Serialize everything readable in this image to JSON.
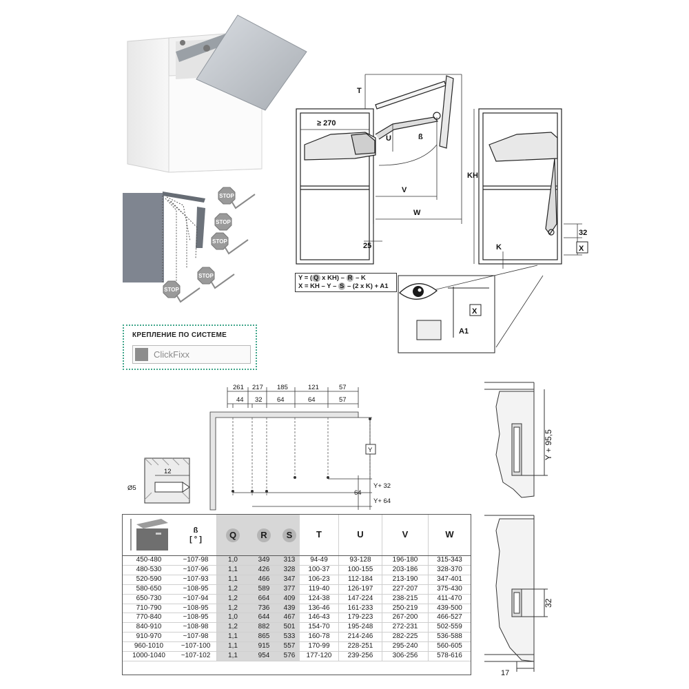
{
  "stop_signs": [
    "STOP",
    "STOP",
    "STOP",
    "STOP",
    "STOP"
  ],
  "system_box": {
    "title": "КРЕПЛЕНИЕ ПО СИСТЕМЕ",
    "name": "ClickFixx"
  },
  "diagram_labels": {
    "T": "T",
    "ge270": "≥ 270",
    "U": "U",
    "beta": "ß",
    "V": "V",
    "W": "W",
    "d25": "25",
    "KH": "KH",
    "K": "K",
    "d32": "32",
    "X": "X",
    "A1": "A1",
    "X2": "X"
  },
  "formula": {
    "line1": [
      "Y = (",
      "Q",
      " x KH) – ",
      "R",
      " – K"
    ],
    "line2": [
      "X = KH – Y – ",
      "S",
      " – (2 x K) + A1"
    ]
  },
  "drill_dims": {
    "top": [
      "261",
      "217",
      "185",
      "121",
      "57"
    ],
    "bottom": [
      "44",
      "32",
      "64",
      "64",
      "57"
    ],
    "Y": "Y",
    "Y32": "Y+ 32",
    "Y64": "Y+ 64",
    "d64": "64",
    "d12": "12",
    "d5": "Ø5"
  },
  "side_dims": {
    "y955": "Y + 95,5",
    "d32": "32",
    "d17": "17"
  },
  "table": {
    "headers": [
      "",
      "ß\n[ ° ]",
      "Q",
      "R",
      "S",
      "T",
      "U",
      "V",
      "W"
    ],
    "rows": [
      [
        "450-480",
        "~107-98",
        "1,0",
        "349",
        "313",
        "94-49",
        "93-128",
        "196-180",
        "315-343"
      ],
      [
        "480-530",
        "~107-96",
        "1,1",
        "426",
        "328",
        "100-37",
        "100-155",
        "203-186",
        "328-370"
      ],
      [
        "520-590",
        "~107-93",
        "1,1",
        "466",
        "347",
        "106-23",
        "112-184",
        "213-190",
        "347-401"
      ],
      [
        "580-650",
        "~108-95",
        "1,2",
        "589",
        "377",
        "119-40",
        "126-197",
        "227-207",
        "375-430"
      ],
      [
        "650-730",
        "~107-94",
        "1,2",
        "664",
        "409",
        "124-38",
        "147-224",
        "238-215",
        "411-470"
      ],
      [
        "710-790",
        "~108-95",
        "1,2",
        "736",
        "439",
        "136-46",
        "161-233",
        "250-219",
        "439-500"
      ],
      [
        "770-840",
        "~108-95",
        "1,0",
        "644",
        "467",
        "146-43",
        "179-223",
        "267-200",
        "466-527"
      ],
      [
        "840-910",
        "~108-98",
        "1,2",
        "882",
        "501",
        "154-70",
        "195-248",
        "272-231",
        "502-559"
      ],
      [
        "910-970",
        "~107-98",
        "1,1",
        "865",
        "533",
        "160-78",
        "214-246",
        "282-225",
        "536-588"
      ],
      [
        "960-1010",
        "~107-100",
        "1,1",
        "915",
        "557",
        "170-99",
        "228-251",
        "295-240",
        "560-605"
      ],
      [
        "1000-1040",
        "~107-102",
        "1,1",
        "954",
        "576",
        "177-120",
        "239-256",
        "306-256",
        "578-616"
      ]
    ]
  }
}
